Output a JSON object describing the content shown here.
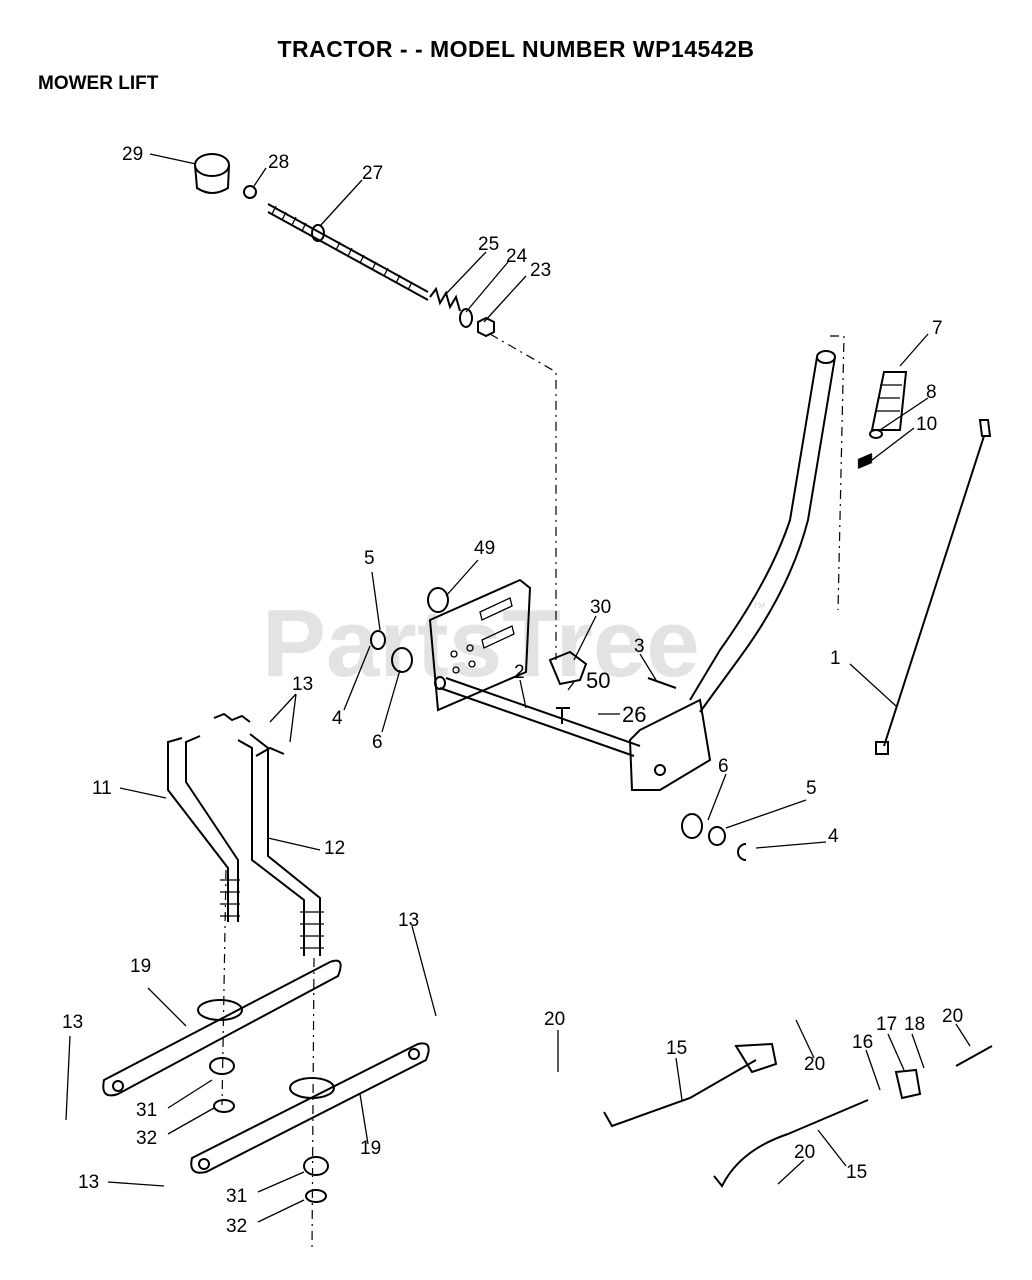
{
  "header": {
    "title": "TRACTOR - - MODEL NUMBER WP14542B",
    "section": "MOWER LIFT"
  },
  "watermark": "PartsTree",
  "watermark_mark": "™",
  "callouts": [
    {
      "id": "c29",
      "label": "29"
    },
    {
      "id": "c28",
      "label": "28"
    },
    {
      "id": "c27",
      "label": "27"
    },
    {
      "id": "c25",
      "label": "25"
    },
    {
      "id": "c24",
      "label": "24"
    },
    {
      "id": "c23",
      "label": "23"
    },
    {
      "id": "c7",
      "label": "7"
    },
    {
      "id": "c8",
      "label": "8"
    },
    {
      "id": "c10",
      "label": "10"
    },
    {
      "id": "c5a",
      "label": "5"
    },
    {
      "id": "c49",
      "label": "49"
    },
    {
      "id": "c30",
      "label": "30"
    },
    {
      "id": "c3",
      "label": "3"
    },
    {
      "id": "c50",
      "label": "50"
    },
    {
      "id": "c2",
      "label": "2"
    },
    {
      "id": "c26",
      "label": "26"
    },
    {
      "id": "c1",
      "label": "1"
    },
    {
      "id": "c4a",
      "label": "4"
    },
    {
      "id": "c6a",
      "label": "6"
    },
    {
      "id": "c13a",
      "label": "13"
    },
    {
      "id": "c11",
      "label": "11"
    },
    {
      "id": "c12",
      "label": "12"
    },
    {
      "id": "c6b",
      "label": "6"
    },
    {
      "id": "c5b",
      "label": "5"
    },
    {
      "id": "c4b",
      "label": "4"
    },
    {
      "id": "c13b",
      "label": "13"
    },
    {
      "id": "c19a",
      "label": "19"
    },
    {
      "id": "c13c",
      "label": "13"
    },
    {
      "id": "c31a",
      "label": "31"
    },
    {
      "id": "c32a",
      "label": "32"
    },
    {
      "id": "c19b",
      "label": "19"
    },
    {
      "id": "c13d",
      "label": "13"
    },
    {
      "id": "c31b",
      "label": "31"
    },
    {
      "id": "c32b",
      "label": "32"
    },
    {
      "id": "c20a",
      "label": "20"
    },
    {
      "id": "c15a",
      "label": "15"
    },
    {
      "id": "c20b",
      "label": "20"
    },
    {
      "id": "c16",
      "label": "16"
    },
    {
      "id": "c17",
      "label": "17"
    },
    {
      "id": "c18",
      "label": "18"
    },
    {
      "id": "c20c",
      "label": "20"
    },
    {
      "id": "c15b",
      "label": "15"
    },
    {
      "id": "c20d",
      "label": "20"
    }
  ]
}
